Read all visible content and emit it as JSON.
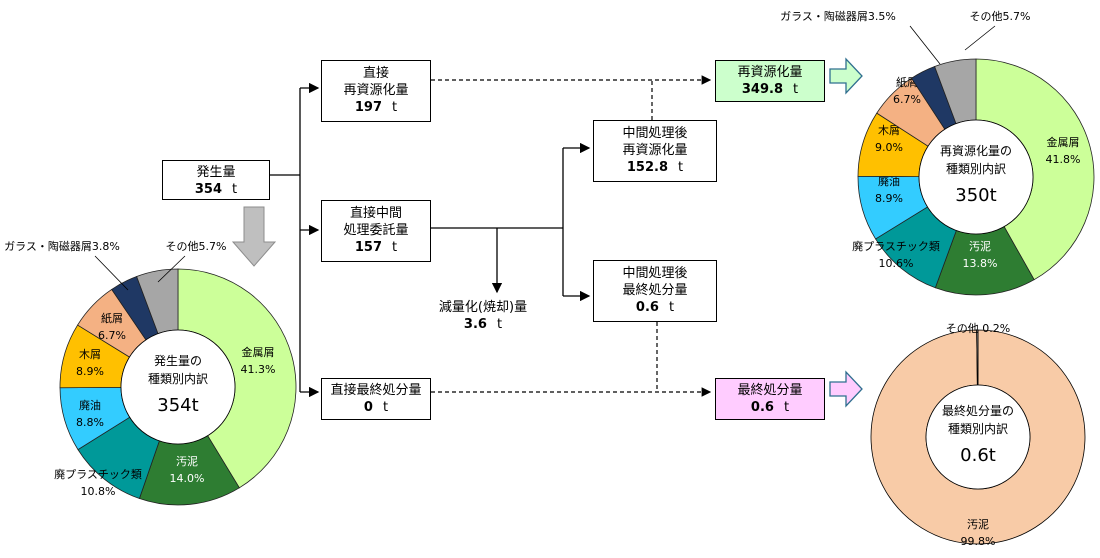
{
  "nodes": {
    "generated": {
      "title": "発生量",
      "value": "354",
      "unit": "t"
    },
    "direct_recycle": {
      "title1": "直接",
      "title2": "再資源化量",
      "value": "197",
      "unit": "t"
    },
    "direct_intermediate": {
      "title1": "直接中間",
      "title2": "処理委託量",
      "value": "157",
      "unit": "t"
    },
    "direct_final": {
      "title": "直接最終処分量",
      "value": "0",
      "unit": "t"
    },
    "reduction": {
      "title": "減量化(焼却)量",
      "value": "3.6",
      "unit": "t"
    },
    "post_recycle": {
      "title1": "中間処理後",
      "title2": "再資源化量",
      "value": "152.8",
      "unit": "t"
    },
    "post_final": {
      "title1": "中間処理後",
      "title2": "最終処分量",
      "value": "0.6",
      "unit": "t"
    },
    "recycle_total": {
      "title": "再資源化量",
      "value": "349.8",
      "unit": "t"
    },
    "final_total": {
      "title": "最終処分量",
      "value": "0.6",
      "unit": "t"
    }
  },
  "colors": {
    "metal": "#ccff99",
    "sludge": "#2e7d32",
    "plastic": "#009999",
    "oil": "#33ccff",
    "wood": "#ffc000",
    "paper": "#f4b183",
    "glass": "#1f3864",
    "other": "#a6a6a6",
    "final_sludge": "#f8cba7",
    "recycle_box": "#ccffcc",
    "final_box": "#ffccff"
  },
  "chart_data": [
    {
      "type": "pie",
      "center_title1": "発生量の",
      "center_title2": "種類別内訳",
      "center_value": "354t",
      "slices": [
        {
          "label": "金属屑",
          "value": 41.3,
          "pct": "41.3%"
        },
        {
          "label": "汚泥",
          "value": 14.0,
          "pct": "14.0%"
        },
        {
          "label": "廃プラスチック類",
          "value": 10.8,
          "pct": "10.8%"
        },
        {
          "label": "廃油",
          "value": 8.8,
          "pct": "8.8%"
        },
        {
          "label": "木屑",
          "value": 8.9,
          "pct": "8.9%"
        },
        {
          "label": "紙屑",
          "value": 6.7,
          "pct": "6.7%"
        },
        {
          "label": "ガラス・陶磁器屑",
          "value": 3.8,
          "pct": "3.8%"
        },
        {
          "label": "その他",
          "value": 5.7,
          "pct": "5.7%"
        }
      ]
    },
    {
      "type": "pie",
      "center_title1": "再資源化量の",
      "center_title2": "種類別内訳",
      "center_value": "350t",
      "slices": [
        {
          "label": "金属屑",
          "value": 41.8,
          "pct": "41.8%"
        },
        {
          "label": "汚泥",
          "value": 13.8,
          "pct": "13.8%"
        },
        {
          "label": "廃プラスチック類",
          "value": 10.6,
          "pct": "10.6%"
        },
        {
          "label": "廃油",
          "value": 8.9,
          "pct": "8.9%"
        },
        {
          "label": "木屑",
          "value": 9.0,
          "pct": "9.0%"
        },
        {
          "label": "紙屑",
          "value": 6.7,
          "pct": "6.7%"
        },
        {
          "label": "ガラス・陶磁器屑",
          "value": 3.5,
          "pct": "3.5%"
        },
        {
          "label": "その他",
          "value": 5.7,
          "pct": "5.7%"
        }
      ]
    },
    {
      "type": "pie",
      "center_title1": "最終処分量の",
      "center_title2": "種類別内訳",
      "center_value": "0.6t",
      "slices": [
        {
          "label": "汚泥",
          "value": 99.8,
          "pct": "99.8%"
        },
        {
          "label": "その他",
          "value": 0.2,
          "pct": "0.2%"
        }
      ]
    }
  ]
}
